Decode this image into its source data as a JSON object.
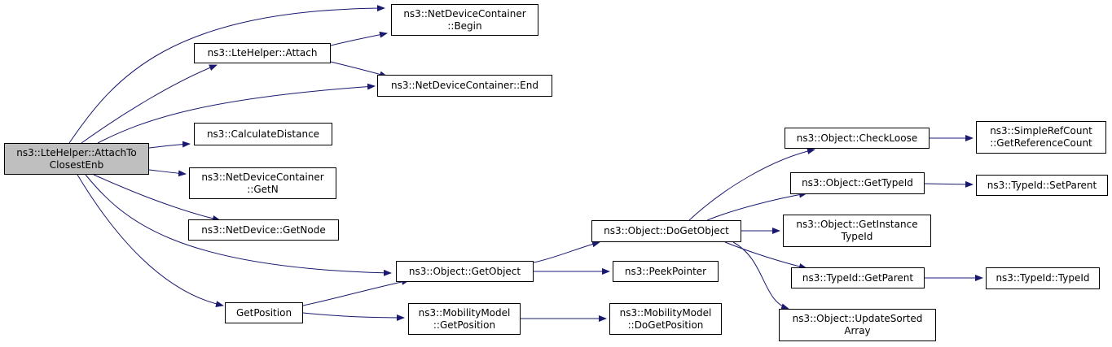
{
  "colors": {
    "edge": "#191970",
    "root_fill": "#bfbfbf",
    "node_fill": "#ffffff",
    "border": "#000000"
  },
  "nodes": {
    "attach_to_closest_enb": {
      "lines": [
        "ns3::LteHelper::AttachTo",
        "ClosestEnb"
      ]
    },
    "ndc_begin": {
      "lines": [
        "ns3::NetDeviceContainer",
        "::Begin"
      ]
    },
    "lte_attach": {
      "lines": [
        "ns3::LteHelper::Attach"
      ]
    },
    "ndc_end": {
      "lines": [
        "ns3::NetDeviceContainer::End"
      ]
    },
    "calculate_distance": {
      "lines": [
        "ns3::CalculateDistance"
      ]
    },
    "ndc_getn": {
      "lines": [
        "ns3::NetDeviceContainer",
        "::GetN"
      ]
    },
    "netdevice_getnode": {
      "lines": [
        "ns3::NetDevice::GetNode"
      ]
    },
    "object_getobject": {
      "lines": [
        "ns3::Object::GetObject"
      ]
    },
    "get_position": {
      "lines": [
        "GetPosition"
      ]
    },
    "mobility_getposition": {
      "lines": [
        "ns3::MobilityModel",
        "::GetPosition"
      ]
    },
    "object_dogetobject": {
      "lines": [
        "ns3::Object::DoGetObject"
      ]
    },
    "peek_pointer": {
      "lines": [
        "ns3::PeekPointer"
      ]
    },
    "mobility_dogetposition": {
      "lines": [
        "ns3::MobilityModel",
        "::DoGetPosition"
      ]
    },
    "object_checkloose": {
      "lines": [
        "ns3::Object::CheckLoose"
      ]
    },
    "object_gettypeid": {
      "lines": [
        "ns3::Object::GetTypeId"
      ]
    },
    "object_getinstancetypeid": {
      "lines": [
        "ns3::Object::GetInstance",
        "TypeId"
      ]
    },
    "typeid_getparent": {
      "lines": [
        "ns3::TypeId::GetParent"
      ]
    },
    "object_updatesortedarray": {
      "lines": [
        "ns3::Object::UpdateSorted",
        "Array"
      ]
    },
    "simplerefcount_getreferencecount": {
      "lines": [
        "ns3::SimpleRefCount",
        "::GetReferenceCount"
      ]
    },
    "typeid_setparent": {
      "lines": [
        "ns3::TypeId::SetParent"
      ]
    },
    "typeid_typeid": {
      "lines": [
        "ns3::TypeId::TypeId"
      ]
    }
  }
}
